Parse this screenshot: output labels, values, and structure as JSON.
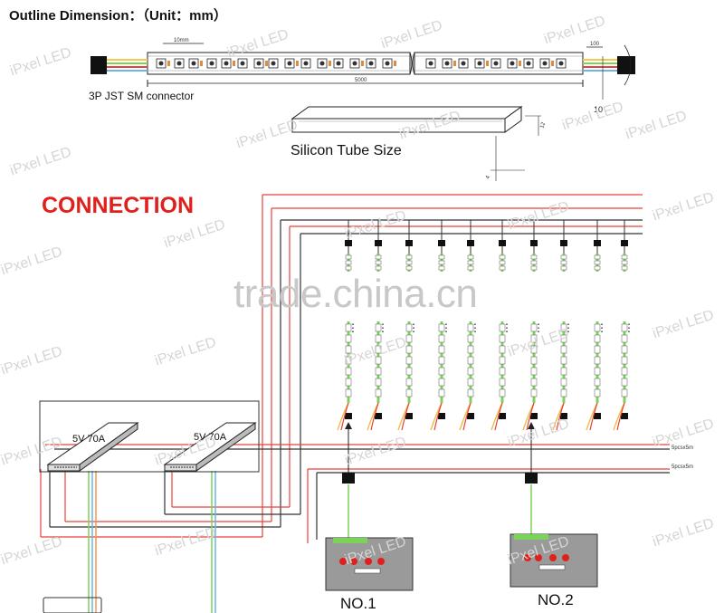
{
  "title": "Outline Dimension：（Unit：mm）",
  "connector_label": "3P JST SM connector",
  "tube_label": "Silicon Tube Size",
  "section_title": "CONNECTION",
  "dims": {
    "top_pitch": "10mm",
    "length": "5000",
    "end": "100",
    "width": "10",
    "tube_w": "12",
    "tube_h": "4"
  },
  "power_supplies": [
    "5V 70A",
    "5V 70A"
  ],
  "controllers": [
    "NO.1",
    "NO.2"
  ],
  "chain_labels": [
    "5pcsx5m",
    "5pcsx5m"
  ],
  "watermark": "iPxel LED",
  "overlay_watermark": "trade.china.cn",
  "colors": {
    "accent": "#e0201c",
    "wire_red": "#e8413a",
    "wire_black": "#333333",
    "wire_green": "#7cd35a"
  }
}
